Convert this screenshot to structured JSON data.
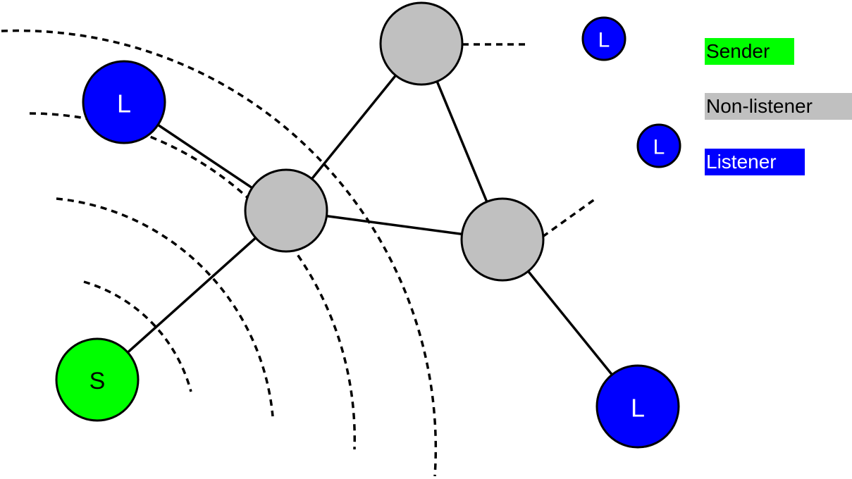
{
  "colors": {
    "sender": "#00ff00",
    "non_listener": "#c0c0c0",
    "listener": "#0000ff",
    "sender_text": "#000000",
    "non_listener_text": "#000000",
    "listener_text": "#ffffff"
  },
  "nodes": [
    {
      "id": "sender",
      "role": "sender",
      "label": "S"
    },
    {
      "id": "relay-center",
      "role": "non_listener",
      "label": ""
    },
    {
      "id": "relay-top",
      "role": "non_listener",
      "label": ""
    },
    {
      "id": "relay-right",
      "role": "non_listener",
      "label": ""
    },
    {
      "id": "listener-top-left",
      "role": "listener",
      "label": "L"
    },
    {
      "id": "listener-bottom-right",
      "role": "listener",
      "label": "L"
    },
    {
      "id": "listener-small-top",
      "role": "listener",
      "label": "L"
    },
    {
      "id": "listener-small-mid",
      "role": "listener",
      "label": "L"
    }
  ],
  "edges": [
    {
      "from": "sender",
      "to": "relay-center"
    },
    {
      "from": "relay-center",
      "to": "listener-top-left"
    },
    {
      "from": "relay-center",
      "to": "relay-top"
    },
    {
      "from": "relay-center",
      "to": "relay-right"
    },
    {
      "from": "relay-top",
      "to": "relay-right"
    },
    {
      "from": "relay-right",
      "to": "listener-bottom-right"
    }
  ],
  "legend": {
    "sender": "Sender",
    "non_listener": "Non-listener",
    "listener": "Listener"
  }
}
